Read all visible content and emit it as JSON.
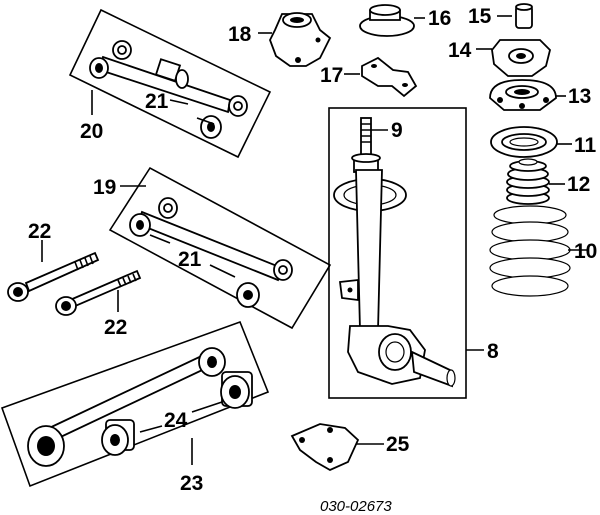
{
  "diagram": {
    "code": "030-02673",
    "callouts": {
      "c9": "9",
      "c10": "10",
      "c11": "11",
      "c12": "12",
      "c13": "13",
      "c14": "14",
      "c15": "15",
      "c16": "16",
      "c17": "17",
      "c18": "18",
      "c19": "19",
      "c20": "20",
      "c21a": "21",
      "c21b": "21",
      "c22a": "22",
      "c22b": "22",
      "c23": "23",
      "c24": "24",
      "c25": "25",
      "c8": "8"
    }
  }
}
